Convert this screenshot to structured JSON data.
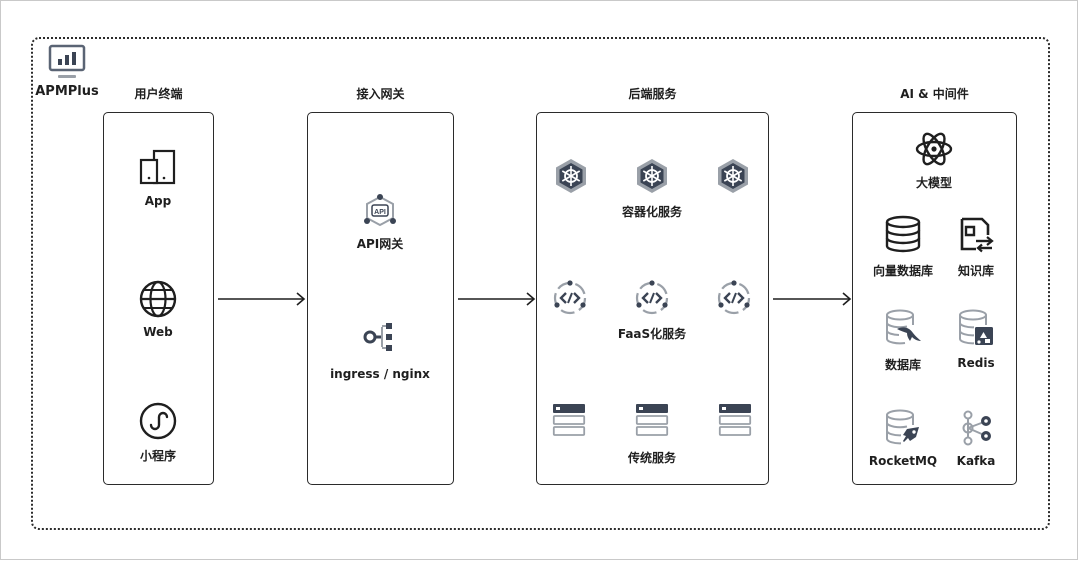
{
  "brand": {
    "name": "APMPlus",
    "icon": "monitor-chart-icon"
  },
  "colors": {
    "line": "#2b2b2b",
    "icon_dark": "#3b4454",
    "icon_gray": "#9aa0a8",
    "icon_slate": "#5a6474"
  },
  "columns": [
    {
      "title": "用户终端",
      "items": [
        {
          "label": "App",
          "icon": "mobile-tablet-icon"
        },
        {
          "label": "Web",
          "icon": "globe-icon"
        },
        {
          "label": "小程序",
          "icon": "mini-program-icon"
        }
      ]
    },
    {
      "title": "接入网关",
      "items": [
        {
          "label": "API网关",
          "icon": "api-gateway-icon",
          "icon_text": "API"
        },
        {
          "label": "ingress / nginx",
          "icon": "ingress-routing-icon"
        }
      ]
    },
    {
      "title": "后端服务",
      "groups": [
        {
          "label": "容器化服务",
          "icon": "kubernetes-icon"
        },
        {
          "label": "FaaS化服务",
          "icon": "serverless-function-icon"
        },
        {
          "label": "传统服务",
          "icon": "server-rack-icon"
        }
      ]
    },
    {
      "title": "AI & 中间件",
      "items": [
        {
          "label": "大模型",
          "icon": "atom-icon"
        },
        {
          "label": "向量数据库",
          "icon": "database-icon"
        },
        {
          "label": "知识库",
          "icon": "knowledge-base-icon"
        },
        {
          "label": "数据库",
          "icon": "mysql-database-icon"
        },
        {
          "label": "Redis",
          "icon": "redis-database-icon"
        },
        {
          "label": "RocketMQ",
          "icon": "rocketmq-database-icon"
        },
        {
          "label": "Kafka",
          "icon": "kafka-icon"
        }
      ]
    }
  ]
}
